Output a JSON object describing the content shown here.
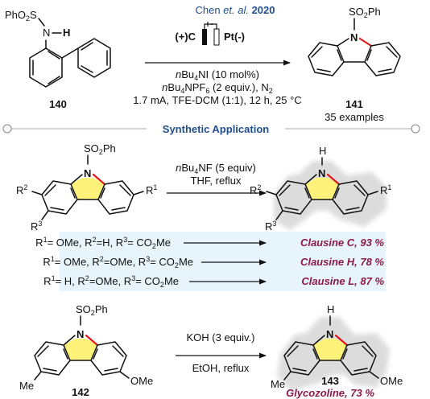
{
  "header": {
    "citation_author": "Chen ",
    "citation_etal": "et. al.",
    "citation_year": " 2020"
  },
  "reaction1": {
    "electrodes": {
      "anode": "(+)C",
      "cathode": "Pt(-)"
    },
    "conditions": [
      "nBu4NI (10 mol%)",
      "nBu4NPF6 (2 equiv.), N2",
      "1.7 mA, TFE-DCM (1:1), 12 h, 25 °C"
    ],
    "substrate_label": "140",
    "product_label": "141",
    "product_scope": "35 examples",
    "substituent_sulfonamide": "PhO2S",
    "nh_label": "N",
    "h_label": "H",
    "n_label": "N",
    "so2ph_label": "SO2Ph"
  },
  "section_title": "Synthetic Application",
  "reaction2": {
    "reagent": "nBu4NF (5 equiv)",
    "solvent": "THF, reflux",
    "so2ph_label": "SO2Ph",
    "r1": "R1",
    "r2": "R2",
    "r3": "R3",
    "nh_n": "N",
    "nh_h": "H",
    "table": [
      {
        "substituents": "R1= OMe, R2=H, R3= CO2Me",
        "product": "Clausine C, 93 %"
      },
      {
        "substituents": "R1= OMe, R2=OMe, R3= CO2Me",
        "product": "Clausine H, 78 %"
      },
      {
        "substituents": "R1= H, R2=OMe, R3= CO2Me",
        "product": "Clausine L, 87 %"
      }
    ]
  },
  "reaction3": {
    "reagent": "KOH (3 equiv.)",
    "solvent": "EtOH, reflux",
    "substrate_label": "142",
    "product_label": "143",
    "product_name": "Glycozoline, 73 %",
    "me_label": "Me",
    "ome_label": "OMe",
    "so2ph_label": "SO2Ph",
    "n_label": "N",
    "h_label": "H"
  },
  "colors": {
    "title_blue": "#1f4e8c",
    "product_magenta": "#8b1a4a",
    "new_bond_red": "#e0191c",
    "ring_highlight_yellow": "#fff27a",
    "table_bg": "#e8f4fb",
    "product_glow": "#d9d9d9"
  }
}
